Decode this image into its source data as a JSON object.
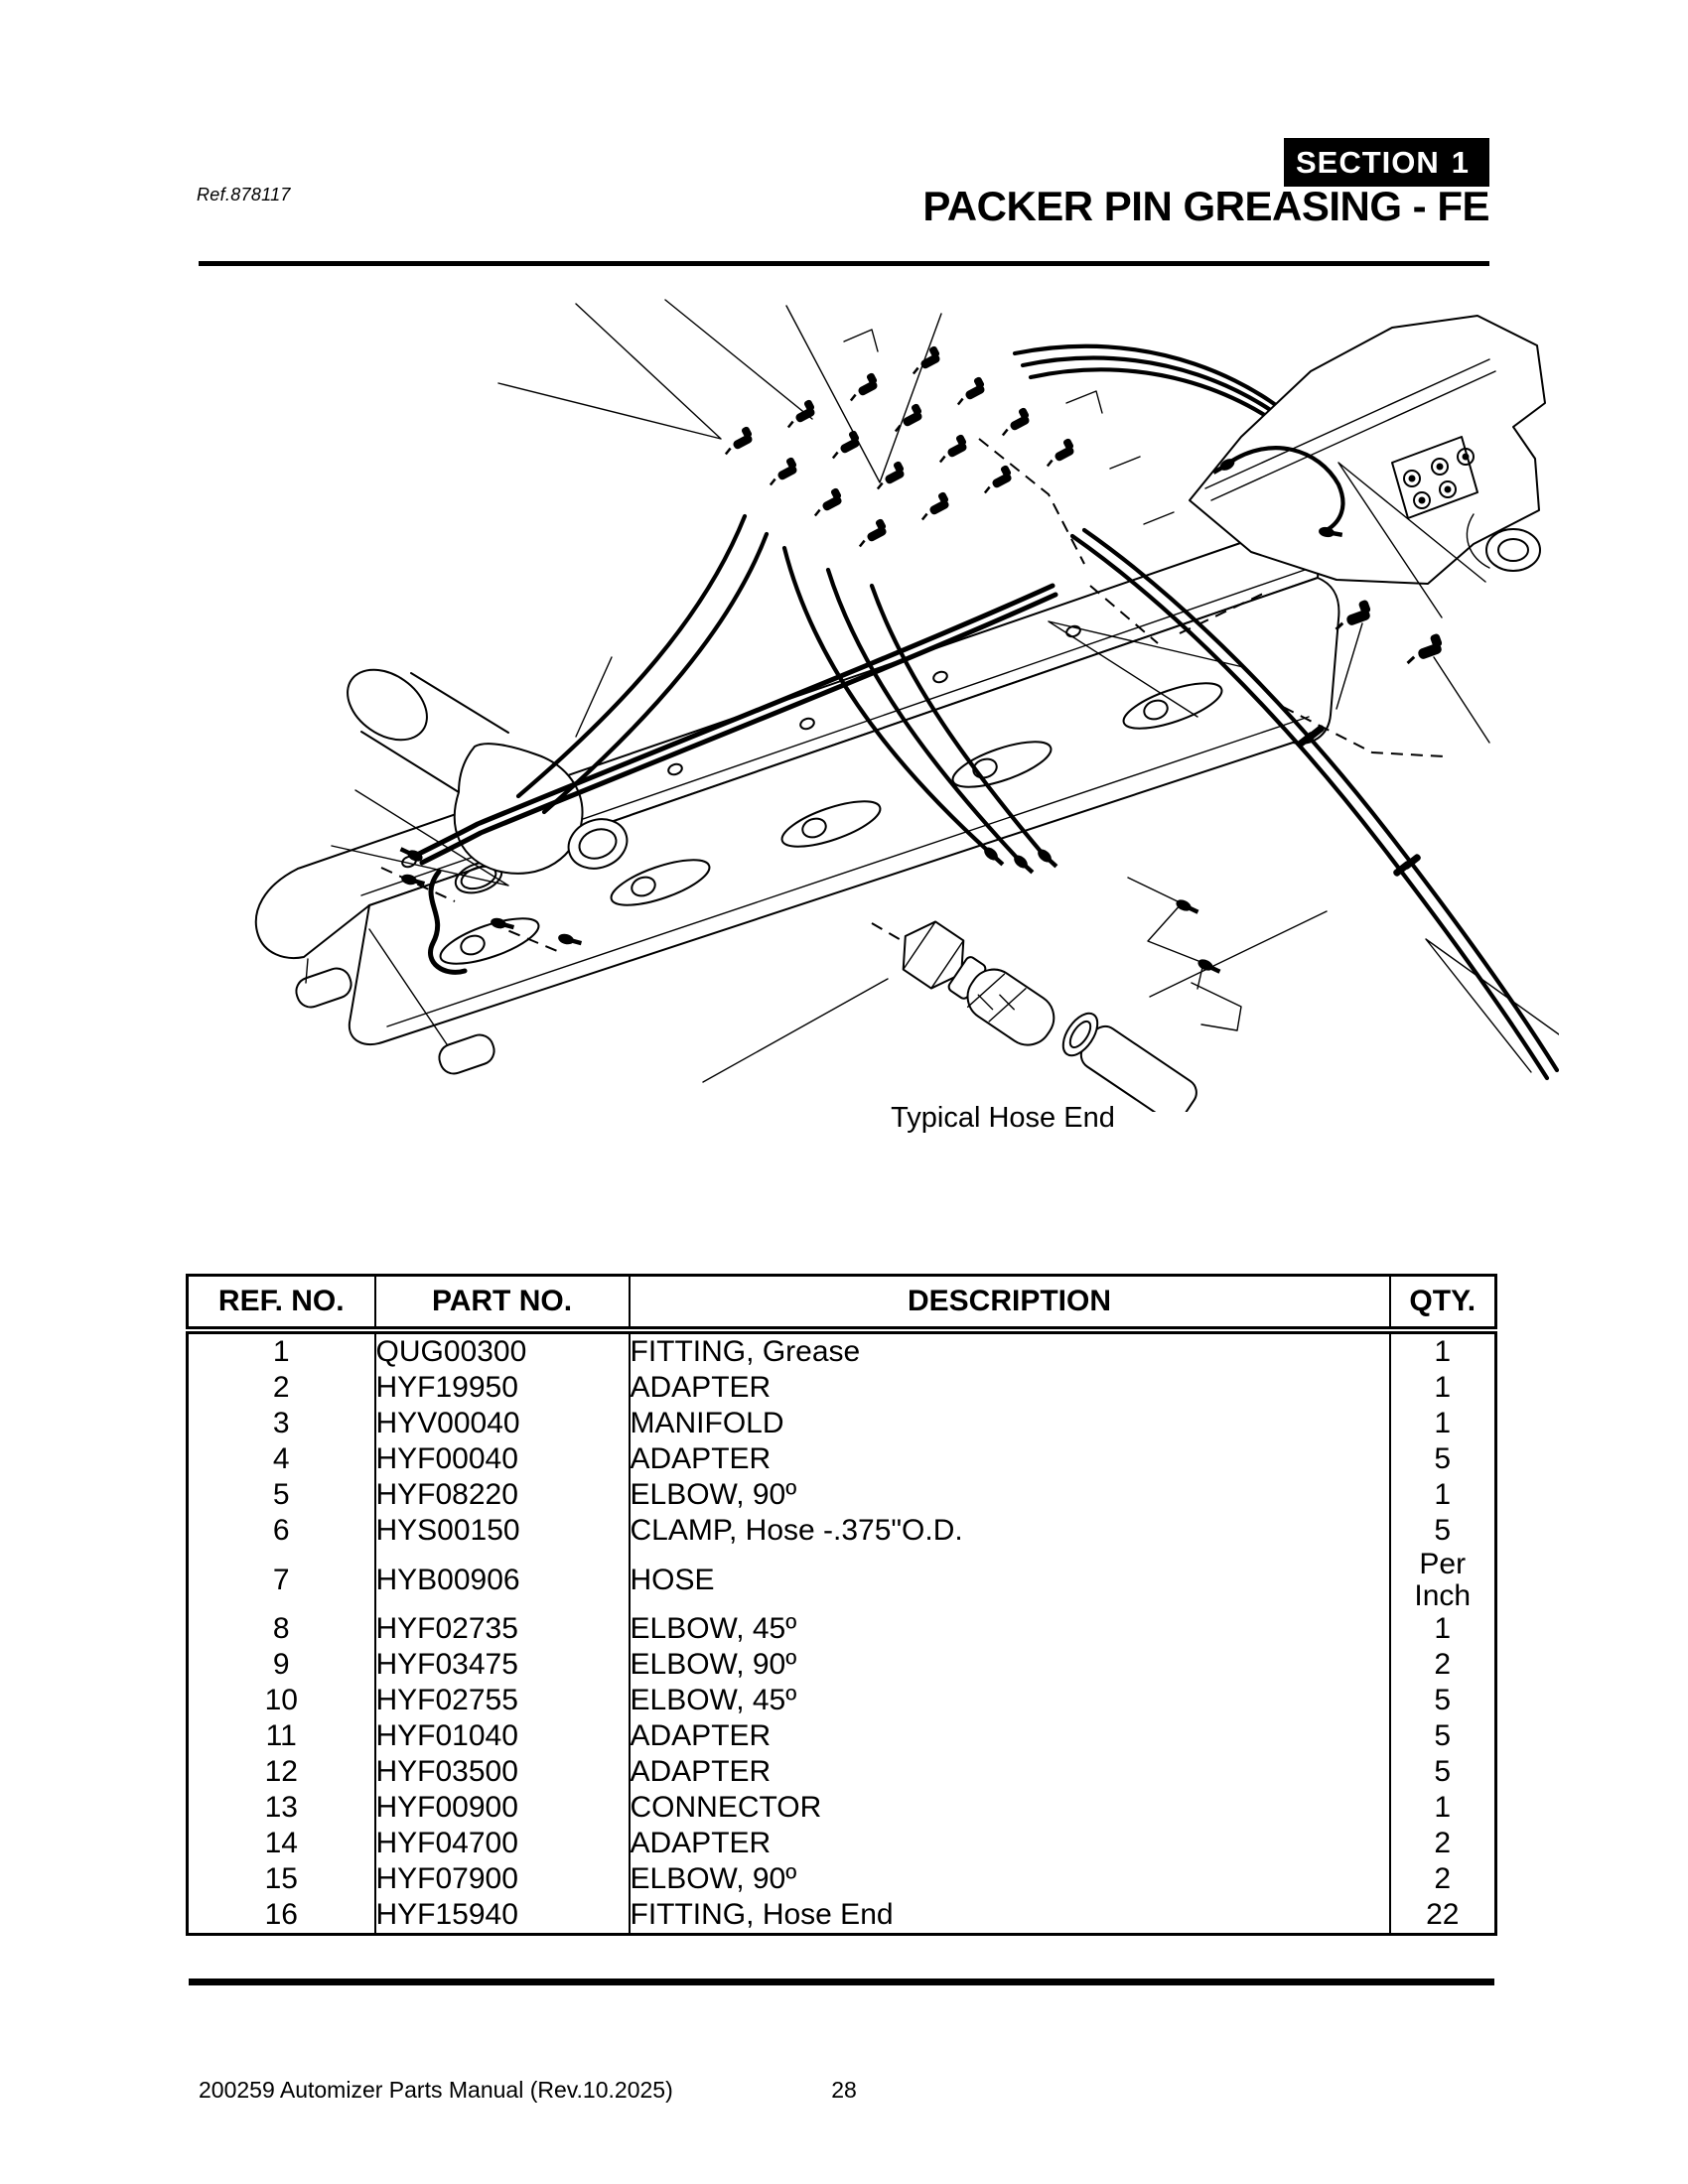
{
  "page": {
    "background": "#ffffff",
    "ink": "#000000"
  },
  "header": {
    "ref": "Ref.878117",
    "section_label": "SECTION",
    "section_number": "1",
    "title": "PACKER PIN GREASING - FE"
  },
  "diagram": {
    "caption": "Typical Hose End"
  },
  "table": {
    "headers": [
      "REF. NO.",
      "PART NO.",
      "DESCRIPTION",
      "QTY."
    ],
    "rows": [
      {
        "ref": "1",
        "part": "QUG00300",
        "description": "FITTING, Grease",
        "qty": "1"
      },
      {
        "ref": "2",
        "part": "HYF19950",
        "description": "ADAPTER",
        "qty": "1"
      },
      {
        "ref": "3",
        "part": "HYV00040",
        "description": "MANIFOLD",
        "qty": "1"
      },
      {
        "ref": "4",
        "part": "HYF00040",
        "description": "ADAPTER",
        "qty": "5"
      },
      {
        "ref": "5",
        "part": "HYF08220",
        "description": "ELBOW, 90º",
        "qty": "1"
      },
      {
        "ref": "6",
        "part": "HYS00150",
        "description": "CLAMP, Hose -.375\"O.D.",
        "qty": "5"
      },
      {
        "ref": "7",
        "part": "HYB00906",
        "description": "HOSE",
        "qty": "Per Inch",
        "qty_small": true
      },
      {
        "ref": "8",
        "part": "HYF02735",
        "description": "ELBOW, 45º",
        "qty": "1"
      },
      {
        "ref": "9",
        "part": "HYF03475",
        "description": "ELBOW, 90º",
        "qty": "2"
      },
      {
        "ref": "10",
        "part": "HYF02755",
        "description": "ELBOW, 45º",
        "qty": "5"
      },
      {
        "ref": "11",
        "part": "HYF01040",
        "description": "ADAPTER",
        "qty": "5"
      },
      {
        "ref": "12",
        "part": "HYF03500",
        "description": "ADAPTER",
        "qty": "5"
      },
      {
        "ref": "13",
        "part": "HYF00900",
        "description": "CONNECTOR",
        "qty": "1"
      },
      {
        "ref": "14",
        "part": "HYF04700",
        "description": "ADAPTER",
        "qty": "2"
      },
      {
        "ref": "15",
        "part": "HYF07900",
        "description": "ELBOW, 90º",
        "qty": "2"
      },
      {
        "ref": "16",
        "part": "HYF15940",
        "description": "FITTING, Hose End",
        "qty": "22"
      }
    ]
  },
  "footer": {
    "manual": "200259 Automizer Parts Manual (Rev.10.2025)",
    "page": "28"
  }
}
